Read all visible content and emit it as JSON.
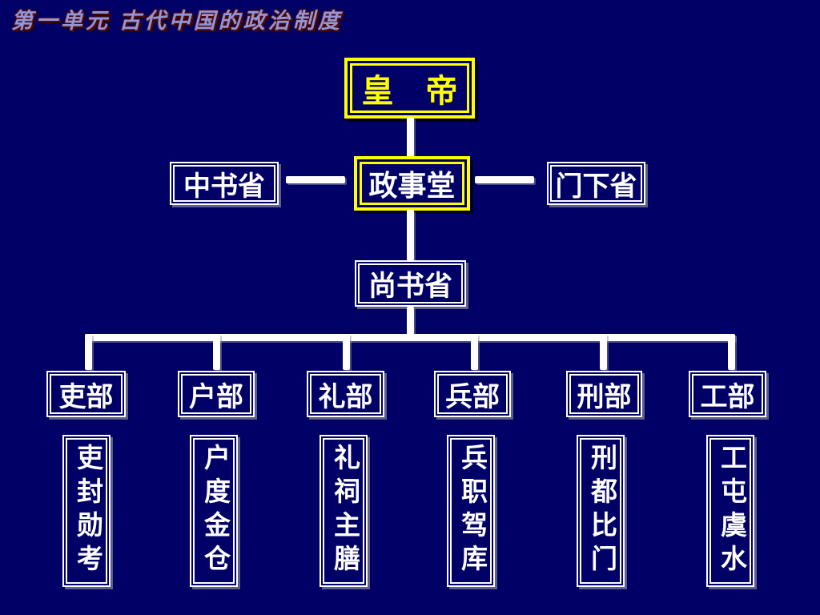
{
  "slide": {
    "header": {
      "title": "第一单元 古代中国的政治制度"
    },
    "colors": {
      "background": "#000066",
      "accent_yellow": "#ffff00",
      "line_white": "#ffffff",
      "title_fill": "#9494d6",
      "title_outline": "#4a0a0a",
      "box_text": "#ffffff"
    },
    "diagram": {
      "emperor": "皇　帝",
      "secretariat": "中书省",
      "hall_of_political_affairs": "政事堂",
      "chancellery": "门下省",
      "state_affairs": "尚书省",
      "ministries": [
        "吏部",
        "户部",
        "礼部",
        "兵部",
        "刑部",
        "工部"
      ],
      "subdivisions": [
        "吏封勋考",
        "户度金仓",
        "礼祠主膳",
        "兵职驾库",
        "刑都比门",
        "工屯虞水"
      ]
    }
  }
}
